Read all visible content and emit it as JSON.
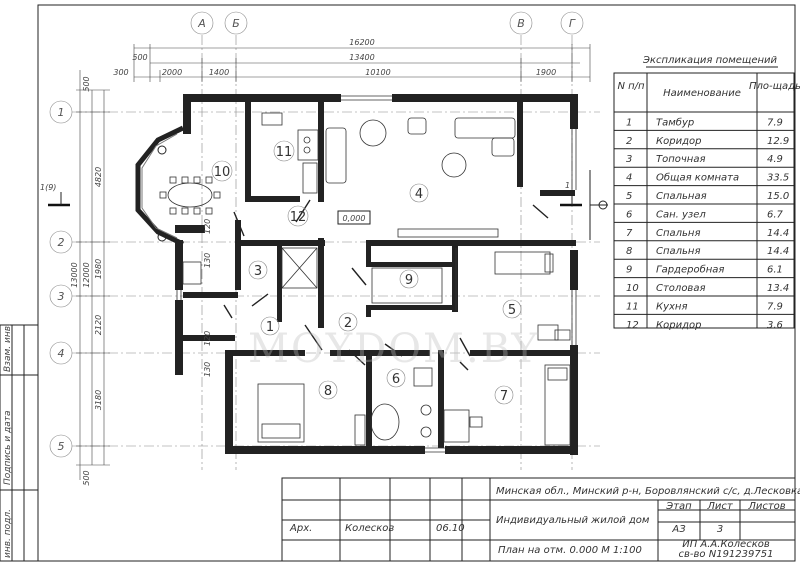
{
  "plan": {
    "grid_cols": [
      "А",
      "Б",
      "В",
      "Г"
    ],
    "grid_rows": [
      "1",
      "2",
      "3",
      "4",
      "5"
    ],
    "top_dims": {
      "overall": "16200",
      "inner": "13400",
      "d500": "500",
      "d300": "300",
      "d2000": "2000",
      "d1400": "1400",
      "d10100": "10100",
      "d1900": "1900"
    },
    "left_dims": {
      "d500a": "500",
      "d4820": "4820",
      "d1980": "1980",
      "d2120": "2120",
      "d3180": "3180",
      "d500b": "500",
      "d13000": "13000",
      "d12000": "12000"
    },
    "small_dims": {
      "d120a": "120",
      "d130a": "130",
      "d120b": "120",
      "d130b": "130"
    },
    "section_mark": "1(9)",
    "section_mark_right": "1",
    "level_mark": "0,000",
    "rooms": [
      "1",
      "2",
      "3",
      "4",
      "5",
      "6",
      "7",
      "8",
      "9",
      "10",
      "11",
      "12"
    ],
    "watermark": "MOYDOM.BY"
  },
  "explication": {
    "title": "Экспликация помещений",
    "header_num": "N п/п",
    "header_name": "Наименование",
    "header_area": "Пло-щадь",
    "rows": [
      {
        "n": "1",
        "name": "Тамбур",
        "area": "7.9"
      },
      {
        "n": "2",
        "name": "Коридор",
        "area": "12.9"
      },
      {
        "n": "3",
        "name": "Топочная",
        "area": "4.9"
      },
      {
        "n": "4",
        "name": "Общая комната",
        "area": "33.5"
      },
      {
        "n": "5",
        "name": "Спальная",
        "area": "15.0"
      },
      {
        "n": "6",
        "name": "Сан. узел",
        "area": "6.7"
      },
      {
        "n": "7",
        "name": "Спальня",
        "area": "14.4"
      },
      {
        "n": "8",
        "name": "Спальня",
        "area": "14.4"
      },
      {
        "n": "9",
        "name": "Гардеробная",
        "area": "6.1"
      },
      {
        "n": "10",
        "name": "Столовая",
        "area": "13.4"
      },
      {
        "n": "11",
        "name": "Кухня",
        "area": "7.9"
      },
      {
        "n": "12",
        "name": "Коридор",
        "area": "3.6"
      }
    ]
  },
  "stamp": {
    "address": "Минская обл., Минский р-н, Боровлянский с/с, д.Лесковка",
    "object": "Индивидуальный жилой дом",
    "sheet_title": "План на отм. 0.000  М 1:100",
    "stage_label": "Этап",
    "sheet_label": "Лист",
    "sheets_label": "Листов",
    "stage_value": "АЗ",
    "sheet_value": "3",
    "role": "Арх.",
    "person": "Колесков",
    "date": "06.10",
    "company_line1": "ИП А.А.Колесков",
    "company_line2": "св-во N191239751"
  },
  "side_stamp": {
    "col1": "Взам. инв.",
    "col2": "Подпись и дата",
    "col3": "инв. подл."
  }
}
